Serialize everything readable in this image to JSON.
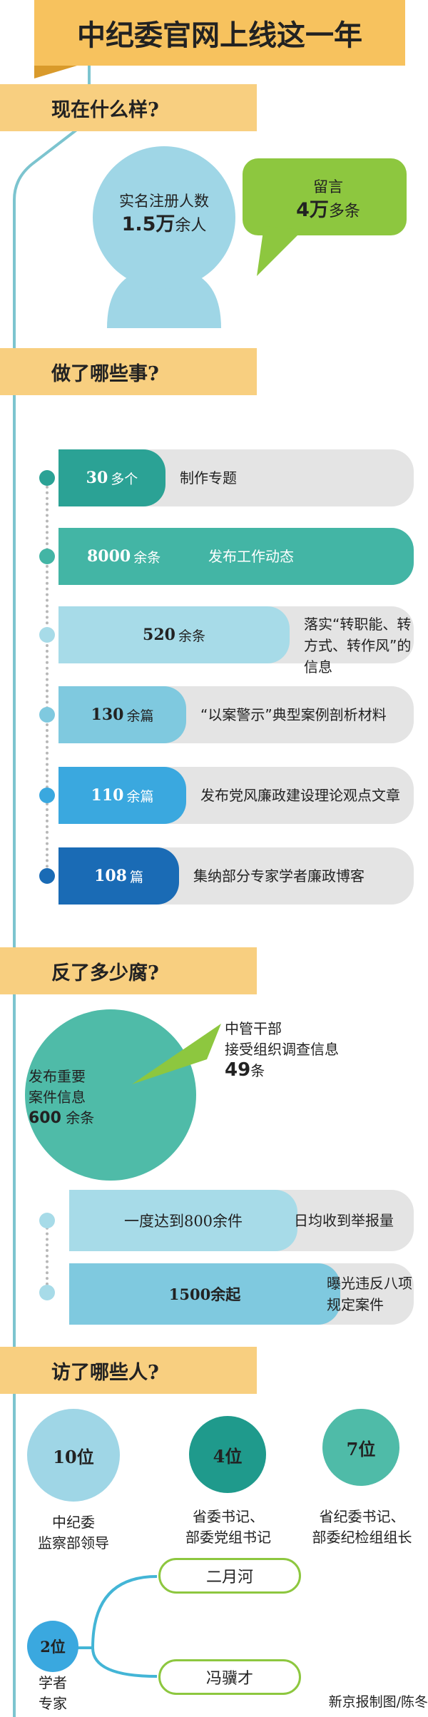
{
  "header": {
    "title": "中纪委官网上线这一年"
  },
  "sections": {
    "now": "现在什么样?",
    "done": "做了哪些事?",
    "anti": "反了多少腐?",
    "visit": "访了哪些人?"
  },
  "now": {
    "registered_label": "实名注册人数",
    "registered_value": "1.5万",
    "registered_suffix": "余人",
    "messages_label": "留言",
    "messages_value": "4万",
    "messages_suffix": "多条"
  },
  "bars": [
    {
      "value": "30",
      "unit": "多个",
      "text": "制作专题",
      "fraction": 0.29,
      "color": "#2ba295",
      "dot": "#2ba295"
    },
    {
      "value": "8000",
      "unit": "余条",
      "text": "发布工作动态",
      "fraction": 1.0,
      "color": "#43b5a5",
      "dot": "#43b5a5"
    },
    {
      "value": "520",
      "unit": "余条",
      "text": "落实“转职能、转方式、转作风”的信息",
      "fraction": 0.65,
      "color": "#a7dbe8",
      "dot": "#a7dbe8"
    },
    {
      "value": "130",
      "unit": "余篇",
      "text": "“以案警示”典型案例剖析材料",
      "fraction": 0.36,
      "color": "#7fc9df",
      "dot": "#7fc9df"
    },
    {
      "value": "110",
      "unit": "余篇",
      "text": "发布党风廉政建设理论观点文章",
      "fraction": 0.36,
      "color": "#3aa8df",
      "dot": "#3aa8df"
    },
    {
      "value": "108",
      "unit": "篇",
      "text": "集纳部分专家学者廉政博客",
      "fraction": 0.34,
      "color": "#1a6bb5",
      "dot": "#1a6bb5"
    }
  ],
  "anti": {
    "pie_label_1": "发布重要",
    "pie_label_2": "案件信息",
    "pie_value": "600",
    "pie_suffix": "余条",
    "slice_label_1": "中管干部",
    "slice_label_2": "接受组织调查信息",
    "slice_value": "49",
    "slice_suffix": "条",
    "bar1_value": "一度达到800余件",
    "bar1_text": "日均收到举报量",
    "bar2_value": "1500余起",
    "bar2_text": "曝光违反八项规定案件"
  },
  "visit": {
    "c1_value": "10位",
    "c1_cap_1": "中纪委",
    "c1_cap_2": "监察部领导",
    "c2_value": "4位",
    "c2_cap_1": "省委书记、",
    "c2_cap_2": "部委党组书记",
    "c3_value": "7位",
    "c3_cap_1": "省纪委书记、",
    "c3_cap_2": "部委纪检组组长",
    "c4_value": "2位",
    "c4_cap_1": "学者",
    "c4_cap_2": "专家",
    "person_1": "二月河",
    "person_2": "冯骥才"
  },
  "credit": "新京报制图/陈冬"
}
